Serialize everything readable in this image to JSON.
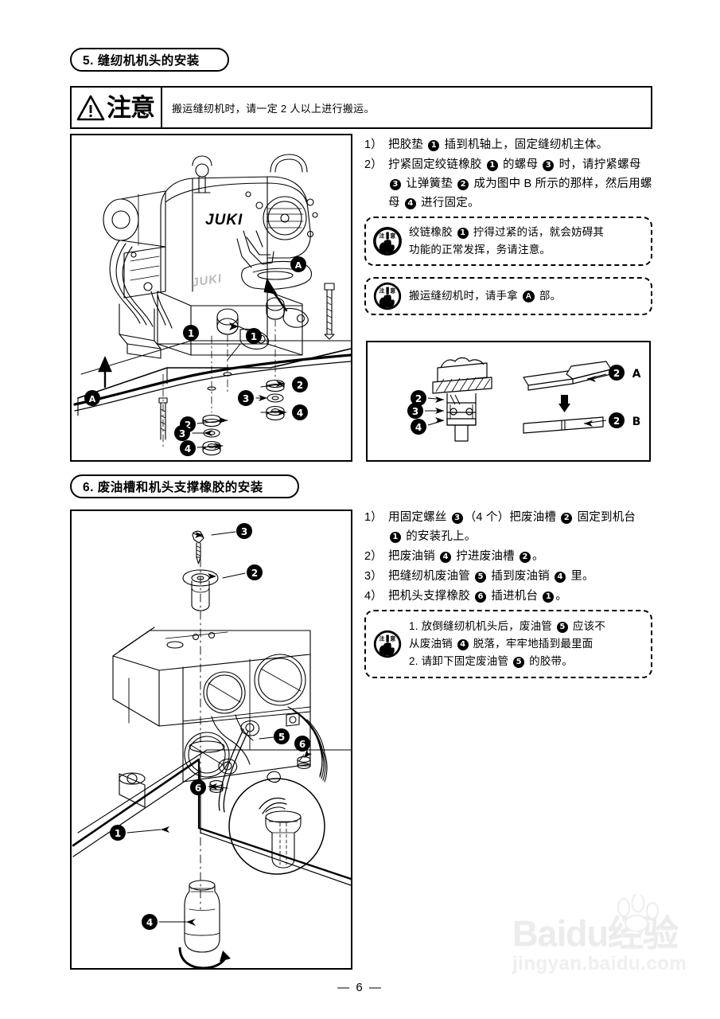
{
  "document": {
    "page_number": "— 6 —",
    "language": "zh-CN"
  },
  "sections": [
    {
      "id": "section-5",
      "heading": "5. 缝纫机机头的安装",
      "alert": {
        "icon": "warning-triangle-icon",
        "label": "注意",
        "text": "搬运缝纫机时，请一定 2 人以上进行搬运。"
      },
      "instructions": [
        {
          "num": "1）",
          "segments": [
            {
              "t": "text",
              "v": "把胶垫 "
            },
            {
              "t": "callout",
              "v": "1"
            },
            {
              "t": "text",
              "v": " 插到机轴上，固定缝纫机主体。"
            }
          ]
        },
        {
          "num": "2）",
          "segments": [
            {
              "t": "text",
              "v": "拧紧固定绞链橡胶 "
            },
            {
              "t": "callout",
              "v": "1"
            },
            {
              "t": "text",
              "v": " 的螺母 "
            },
            {
              "t": "callout",
              "v": "3"
            },
            {
              "t": "text",
              "v": " 时，请拧紧螺母 "
            },
            {
              "t": "callout",
              "v": "3"
            },
            {
              "t": "text",
              "v": " 让弹簧垫 "
            },
            {
              "t": "callout",
              "v": "2"
            },
            {
              "t": "text",
              "v": " 成为图中 B 所示的那样，然后用螺母 "
            },
            {
              "t": "callout",
              "v": "4"
            },
            {
              "t": "text",
              "v": " 进行固定。"
            }
          ]
        }
      ],
      "notes": [
        {
          "icon": "caution-hand-icon",
          "lines": [
            [
              {
                "t": "text",
                "v": "绞链橡胶 "
              },
              {
                "t": "callout",
                "v": "1"
              },
              {
                "t": "text",
                "v": " 拧得过紧的话，就会妨碍其"
              }
            ],
            [
              {
                "t": "text",
                "v": "功能的正常发挥，务请注意。"
              }
            ]
          ]
        },
        {
          "icon": "caution-hand-icon",
          "lines": [
            [
              {
                "t": "text",
                "v": "搬运缝纫机时，请手拿 "
              },
              {
                "t": "calloutA",
                "v": "A"
              },
              {
                "t": "text",
                "v": " 部。"
              }
            ]
          ]
        }
      ],
      "figure_main": {
        "name": "sewing-machine-head-illustration",
        "brand_text": "JUKI",
        "callouts": [
          "A",
          "1",
          "2",
          "3",
          "4"
        ]
      },
      "figure_detail": {
        "name": "spring-washer-detail-illustration",
        "callouts": [
          "2",
          "3",
          "4"
        ],
        "state_labels": [
          "A",
          "B"
        ]
      }
    },
    {
      "id": "section-6",
      "heading": "6. 废油槽和机头支撑橡胶的安装",
      "instructions": [
        {
          "num": "1）",
          "segments": [
            {
              "t": "text",
              "v": "用固定螺丝 "
            },
            {
              "t": "callout",
              "v": "3"
            },
            {
              "t": "text",
              "v": "（4 个）把废油槽 "
            },
            {
              "t": "callout",
              "v": "2"
            },
            {
              "t": "text",
              "v": " 固定到机台 "
            },
            {
              "t": "callout",
              "v": "1"
            },
            {
              "t": "text",
              "v": " 的安装孔上。"
            }
          ]
        },
        {
          "num": "2）",
          "segments": [
            {
              "t": "text",
              "v": "把废油销 "
            },
            {
              "t": "callout",
              "v": "4"
            },
            {
              "t": "text",
              "v": " 拧进废油槽 "
            },
            {
              "t": "callout",
              "v": "2"
            },
            {
              "t": "text",
              "v": "。"
            }
          ]
        },
        {
          "num": "3）",
          "segments": [
            {
              "t": "text",
              "v": "把缝纫机废油管 "
            },
            {
              "t": "callout",
              "v": "5"
            },
            {
              "t": "text",
              "v": " 插到废油销 "
            },
            {
              "t": "callout",
              "v": "4"
            },
            {
              "t": "text",
              "v": " 里。"
            }
          ]
        },
        {
          "num": "4）",
          "segments": [
            {
              "t": "text",
              "v": "把机头支撑橡胶 "
            },
            {
              "t": "callout",
              "v": "6"
            },
            {
              "t": "text",
              "v": " 插进机台 "
            },
            {
              "t": "callout",
              "v": "1"
            },
            {
              "t": "text",
              "v": "。"
            }
          ]
        }
      ],
      "notes": [
        {
          "icon": "caution-hand-icon",
          "lines": [
            [
              {
                "t": "text",
                "v": "1. 放倒缝纫机机头后，废油管 "
              },
              {
                "t": "callout",
                "v": "5"
              },
              {
                "t": "text",
                "v": " 应该不"
              }
            ],
            [
              {
                "t": "text",
                "v": "从废油销 "
              },
              {
                "t": "callout",
                "v": "4"
              },
              {
                "t": "text",
                "v": " 脱落，牢牢地插到最里面"
              }
            ],
            [
              {
                "t": "text",
                "v": "2. 请卸下固定废油管 "
              },
              {
                "t": "callout",
                "v": "5"
              },
              {
                "t": "text",
                "v": " 的胶带。"
              }
            ]
          ]
        }
      ],
      "figure_main": {
        "name": "oil-pan-installation-illustration",
        "callouts": [
          "1",
          "2",
          "3",
          "4",
          "5",
          "6"
        ]
      }
    }
  ],
  "watermark": {
    "line1": "Baidu经验",
    "line2": "jingyan.baidu.com",
    "logo": "baidu-paw-icon"
  },
  "colors": {
    "ink": "#000000",
    "paper": "#ffffff",
    "watermark": "#ececec"
  }
}
